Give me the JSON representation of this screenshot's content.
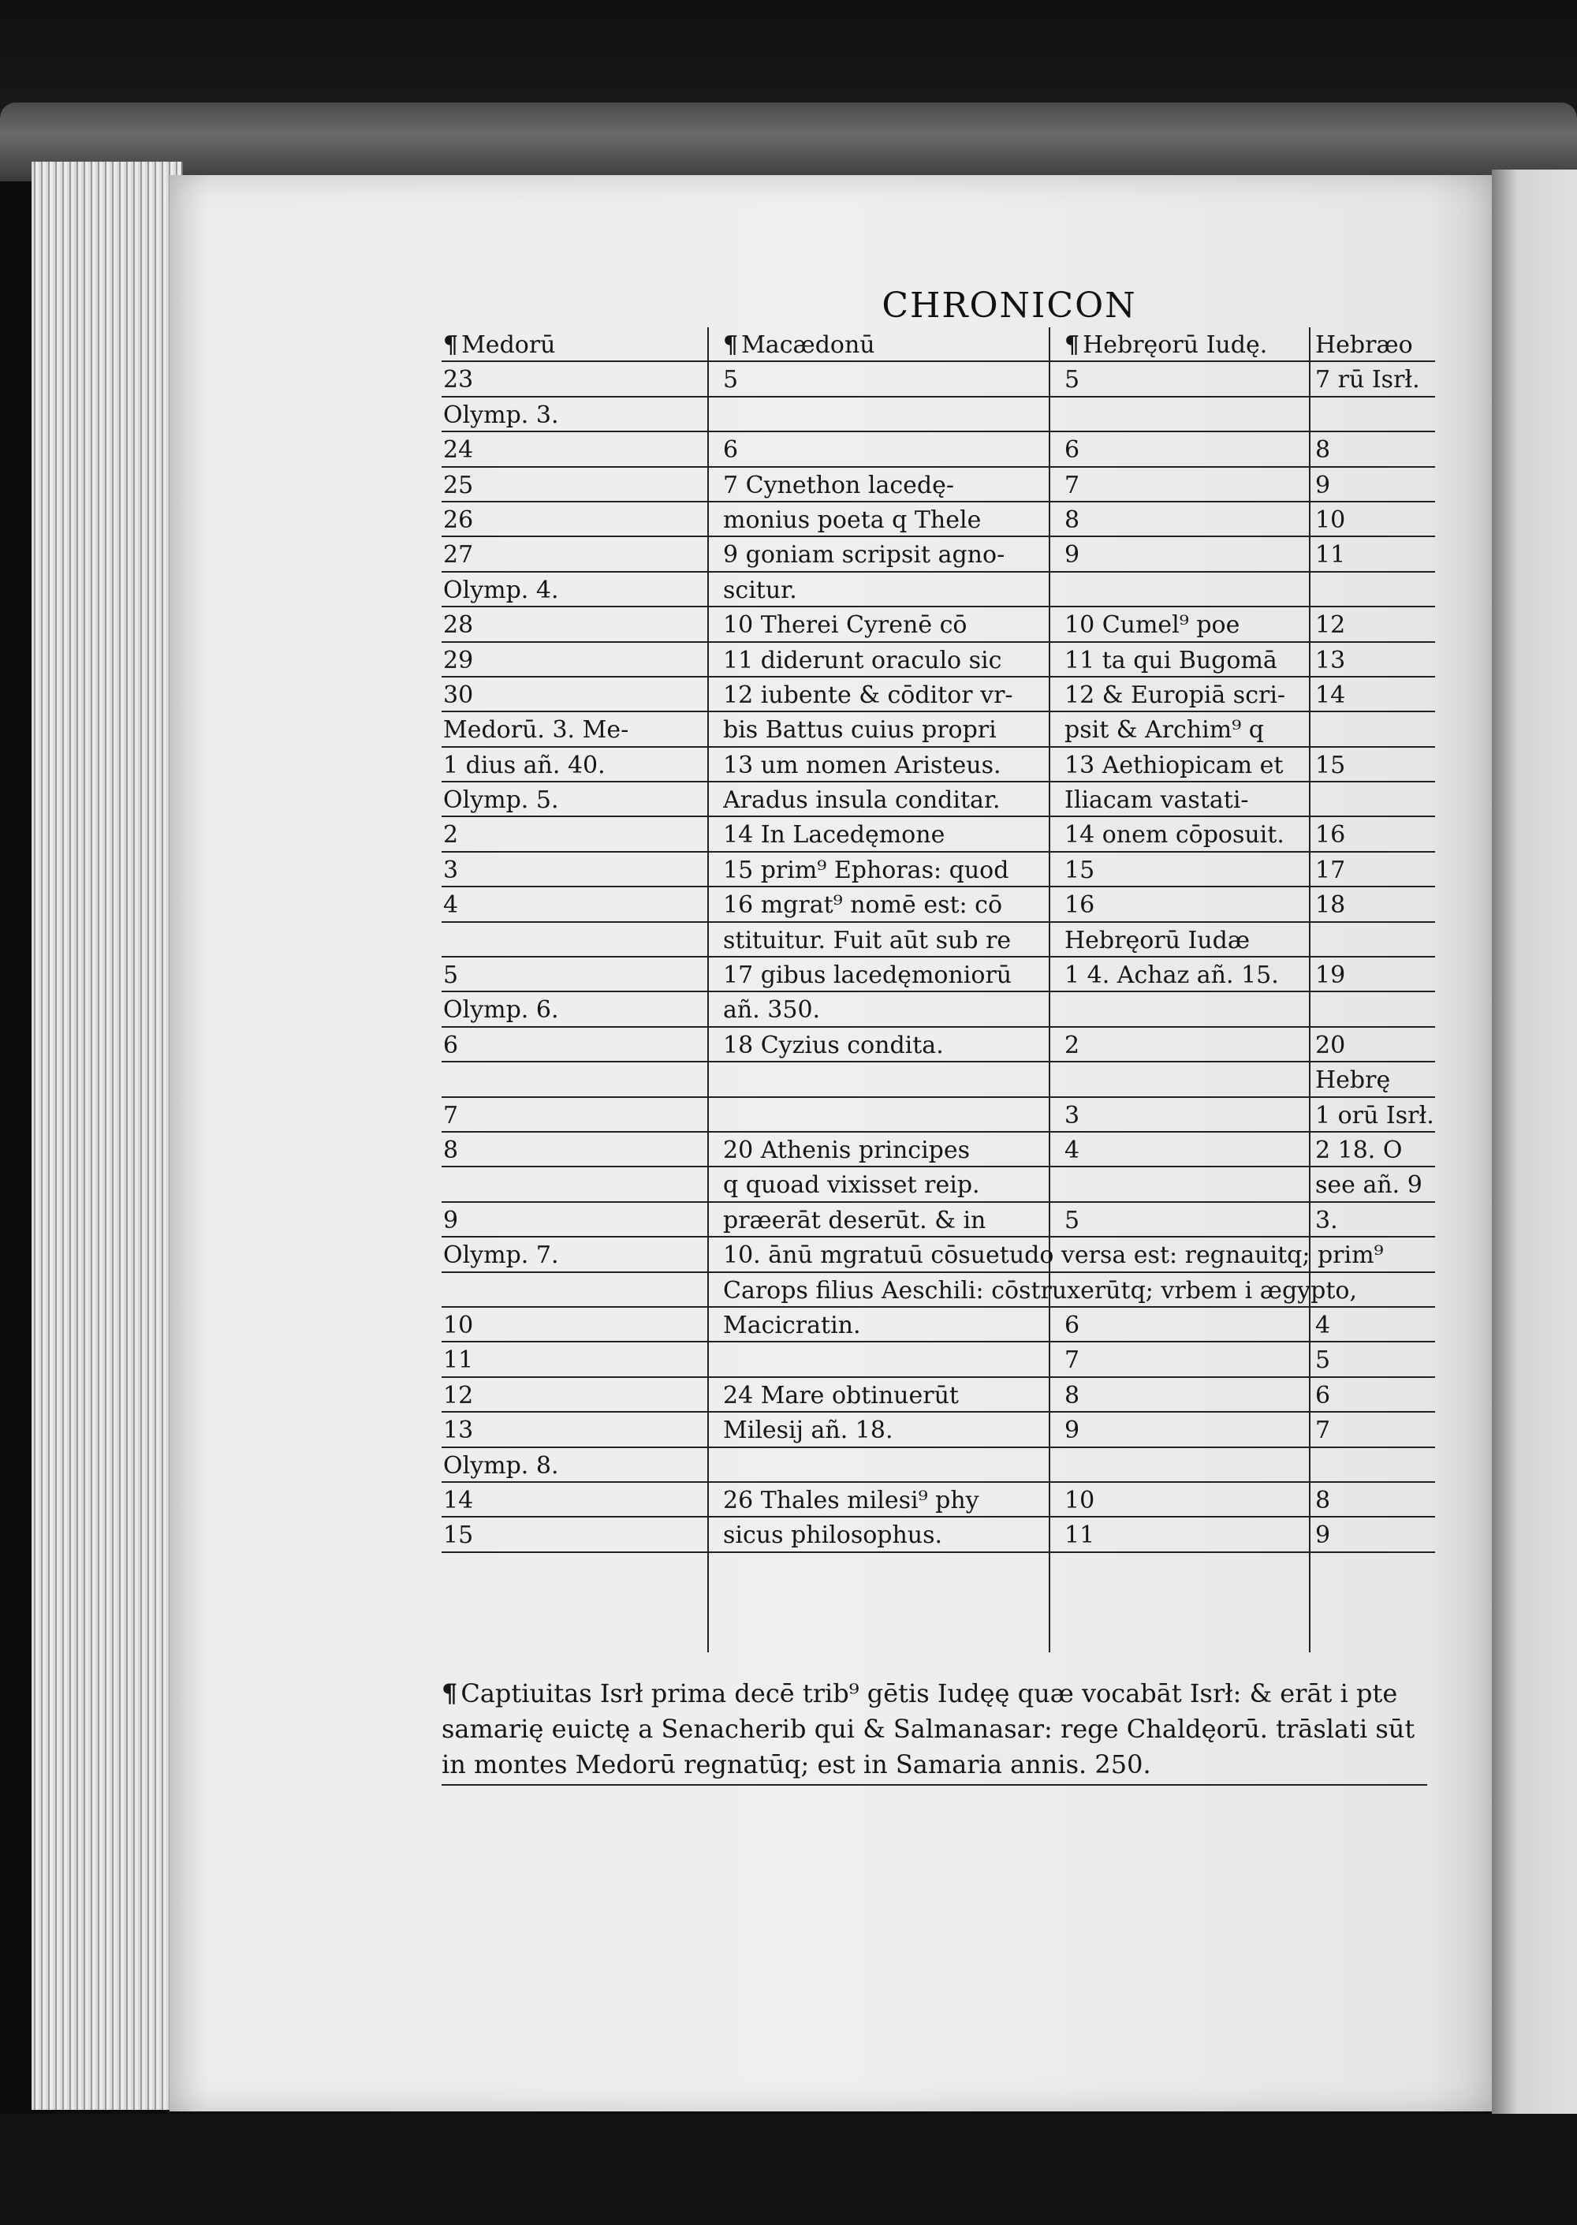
{
  "running_head": "CHRONICON",
  "column_headers": [
    "Medorū",
    "Macædonū",
    "Hebręorū Iudę.",
    "Hebræo"
  ],
  "rows": [
    [
      "23",
      "5",
      "5",
      "7 rū Isrł."
    ],
    [
      "Olymp. 3.",
      "",
      "",
      ""
    ],
    [
      "24",
      "6",
      "6",
      "8"
    ],
    [
      "25",
      "7 Cynethon lacedę-",
      "7",
      "9"
    ],
    [
      "26",
      "monius poeta q Thele",
      "8",
      "10"
    ],
    [
      "27",
      "9 goniam scripsit agno-",
      "9",
      "11"
    ],
    [
      "Olymp. 4.",
      "scitur.",
      "",
      ""
    ],
    [
      "28",
      "10 Therei Cyrenē cō",
      "10 Cumel⁹ poe",
      "12"
    ],
    [
      "29",
      "11 diderunt oraculo sic",
      "11 ta qui Bugomā",
      "13"
    ],
    [
      "30",
      "12 iubente & cōditor vr-",
      "12 & Europiā scri-",
      "14"
    ],
    [
      "Medorū. 3. Me-",
      "bis Battus cuius propri",
      "psit & Archim⁹ q",
      ""
    ],
    [
      "1 dius añ. 40.",
      "13 um nomen Aristeus.",
      "13 Aethiopicam et",
      "15"
    ],
    [
      "Olymp. 5.",
      "Aradus insula conditar.",
      "Iliacam vastati-",
      ""
    ],
    [
      "2",
      "14 In Lacedęmone",
      "14 onem cōposuit.",
      "16"
    ],
    [
      "3",
      "15 prim⁹ Ephoras: quod",
      "15",
      "17"
    ],
    [
      "4",
      "16 mgrat⁹ nomē est: cō",
      "16",
      "18"
    ],
    [
      "",
      "stituitur. Fuit aūt sub re",
      "Hebręorū Iudæ",
      ""
    ],
    [
      "5",
      "17 gibus lacedęmoniorū",
      "1 4. Achaz añ. 15.",
      "19"
    ],
    [
      "Olymp. 6.",
      "añ. 350.",
      "",
      ""
    ],
    [
      "6",
      "18 Cyzius condita.",
      "2",
      "20"
    ],
    [
      "",
      "",
      "",
      "Hebrę"
    ],
    [
      "7",
      "",
      "3",
      "1 orū Isrł."
    ],
    [
      "8",
      "20 Athenis principes",
      "4",
      "2 18. O"
    ],
    [
      "",
      "q quoad vixisset reip.",
      "",
      "see añ. 9"
    ],
    [
      "9",
      "præerāt deserūt. & in",
      "5",
      "3."
    ],
    [
      "Olymp. 7.",
      "10. ānū mgratuū cōsuetudo versa est: regnauitq; prim⁹",
      "",
      ""
    ],
    [
      "",
      "Carops filius Aeschili: cōstruxerūtq; vrbem i ægypto,",
      "",
      ""
    ],
    [
      "10",
      "Macicratin.",
      "6",
      "4"
    ],
    [
      "11",
      "",
      "7",
      "5"
    ],
    [
      "12",
      "24 Mare obtinuerūt",
      "8",
      "6"
    ],
    [
      "13",
      "Milesij añ. 18.",
      "9",
      "7"
    ],
    [
      "Olymp. 8.",
      "",
      "",
      ""
    ],
    [
      "14",
      "26 Thales milesi⁹ phy",
      "10",
      "8"
    ],
    [
      "15",
      "sicus philosophus.",
      "11",
      "9"
    ]
  ],
  "wide_rows": [
    25,
    26
  ],
  "footnote": [
    "Captiuitas Isrł prima decē trib⁹ gētis Iudęę quæ vocabāt Isrł: & erāt i pte",
    "samarię euictę a Senacherib qui & Salmanasar: rege Chaldęorū. trāslati sūt",
    "in montes Medorū regnatūq; est in Samaria annis. 250."
  ]
}
